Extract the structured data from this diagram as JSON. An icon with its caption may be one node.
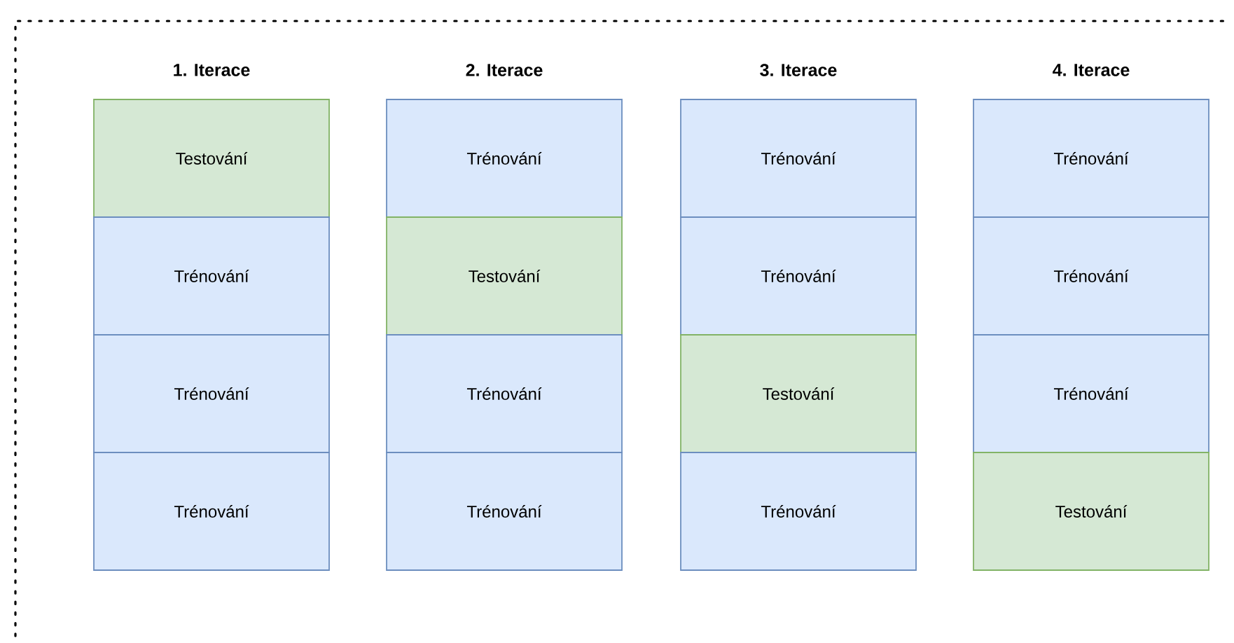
{
  "diagram": {
    "nodes": [
      {
        "text": [
          "Testování"
        ]
      },
      {
        "text": [
          "Trénování"
        ]
      },
      {
        "text": [
          "Trénování"
        ]
      },
      {
        "text": [
          "Trénování"
        ]
      },
      {
        "text": [
          "Trénování"
        ]
      },
      {
        "text": [
          "Testování"
        ]
      },
      {
        "text": [
          "Trénování"
        ]
      },
      {
        "text": [
          "Trénování"
        ]
      },
      {
        "text": [
          "Trénování"
        ]
      },
      {
        "text": [
          "Trénování"
        ]
      },
      {
        "text": [
          "Testování"
        ]
      },
      {
        "text": [
          "Trénování"
        ]
      },
      {
        "text": [
          "Trénování"
        ]
      },
      {
        "text": [
          "Trénování"
        ]
      },
      {
        "text": [
          "Trénování"
        ]
      },
      {
        "text": [
          "Testování"
        ]
      }
    ],
    "edges": [],
    "labels": [
      "1. Iterace",
      "2. Iterace",
      "3. Iterace",
      "4. Iterace"
    ]
  }
}
